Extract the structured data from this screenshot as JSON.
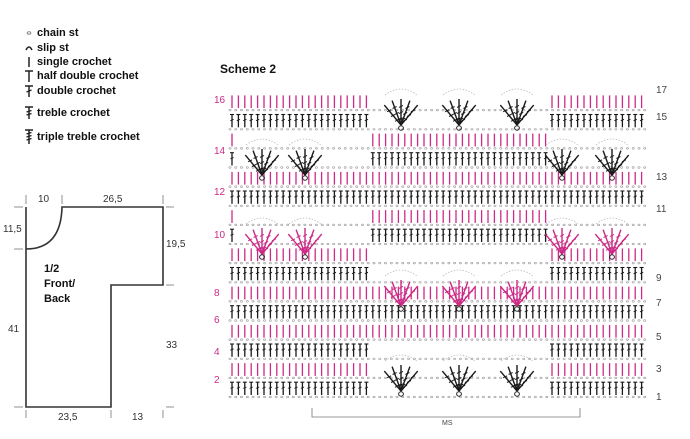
{
  "legend": {
    "items": [
      {
        "symbol": "chain-icon",
        "label": "chain st"
      },
      {
        "symbol": "slip-stitch-icon",
        "label": "slip st"
      },
      {
        "symbol": "single-crochet-icon",
        "label": "single crochet"
      },
      {
        "symbol": "half-double-crochet-icon",
        "label": "half double crochet"
      },
      {
        "symbol": "double-crochet-icon",
        "label": "double crochet"
      },
      {
        "symbol": "treble-crochet-icon",
        "label": "treble crochet"
      },
      {
        "symbol": "triple-treble-crochet-icon",
        "label": "triple treble crochet"
      }
    ]
  },
  "schematic": {
    "dims": {
      "top_neck": "10",
      "top_shoulder": "26,5",
      "left_upper": "11,5",
      "left_total": "41",
      "right_sleeve": "19,5",
      "right_body": "33",
      "bottom_body": "23,5",
      "bottom_step": "13"
    },
    "piece_label_line1": "1/2",
    "piece_label_line2": "Front/",
    "piece_label_line3": "Back"
  },
  "chart": {
    "title": "Scheme 2",
    "left_row_numbers": [
      "16",
      "14",
      "12",
      "10",
      "8",
      "6",
      "4",
      "2"
    ],
    "right_row_numbers": [
      "17",
      "15",
      "13",
      "11",
      "9",
      "7",
      "5",
      "3",
      "1"
    ],
    "ms_label": "MS",
    "colors": {
      "black": "#1a1a1a",
      "pink": "#cc2a86",
      "label_pink": "#cc2a86"
    }
  }
}
